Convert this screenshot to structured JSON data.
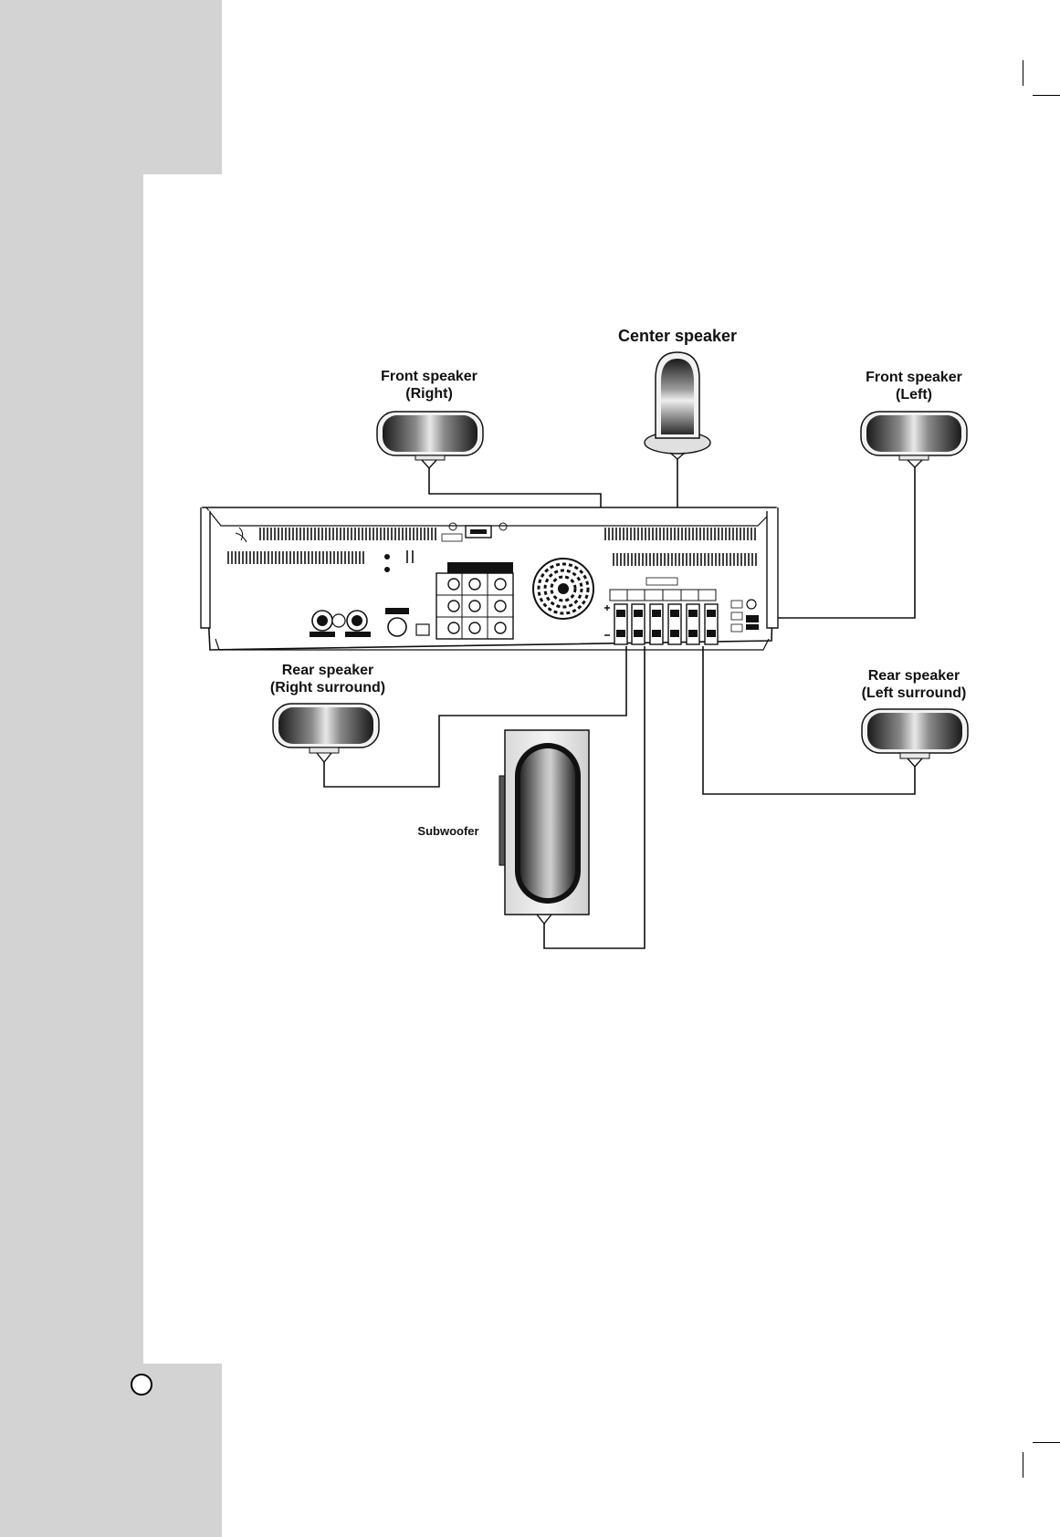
{
  "labels": {
    "center": "Center speaker",
    "front_right": [
      "Front speaker",
      "(Right)"
    ],
    "front_left": [
      "Front speaker",
      "(Left)"
    ],
    "rear_right": [
      "Rear speaker",
      "(Right surround)"
    ],
    "rear_left": [
      "Rear speaker",
      "(Left surround)"
    ],
    "subwoofer": "Subwoofer"
  },
  "colors": {
    "page_margin": "#d3d3d3",
    "line": "#111111"
  },
  "icons": {
    "speaker": "speaker-icon",
    "subwoofer": "subwoofer-icon",
    "receiver": "receiver-rear-panel-icon",
    "fan": "cooling-fan-icon",
    "page_marker": "page-number-circle-icon"
  }
}
